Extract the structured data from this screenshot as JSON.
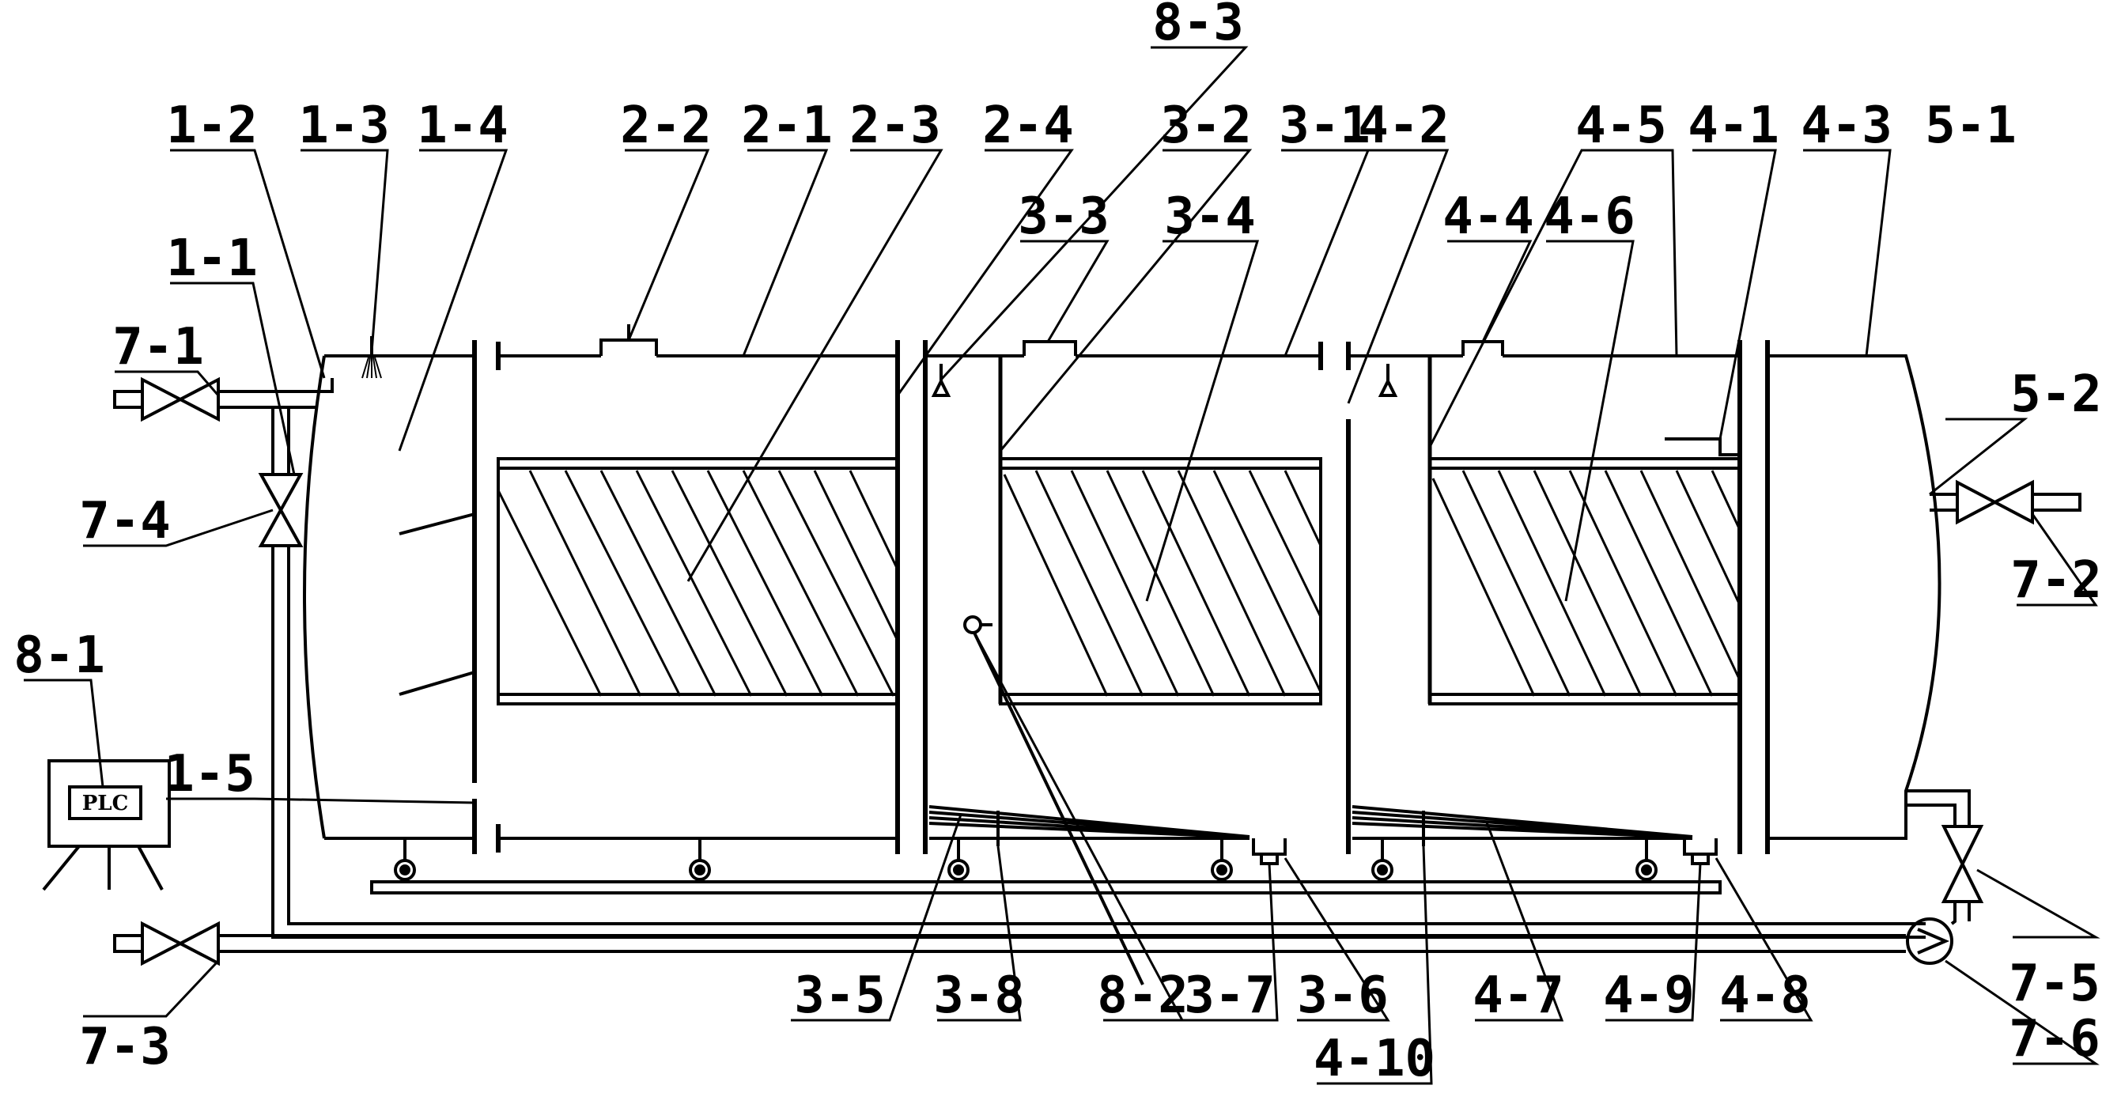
{
  "diagram": {
    "colors": {
      "line": "#000000",
      "background": "#ffffff"
    },
    "plc_text": "PLC",
    "labels": {
      "l1_1": "1-1",
      "l1_2": "1-2",
      "l1_3": "1-3",
      "l1_4": "1-4",
      "l1_5": "1-5",
      "l2_1": "2-1",
      "l2_2": "2-2",
      "l2_3": "2-3",
      "l2_4": "2-4",
      "l3_1": "3-1",
      "l3_2": "3-2",
      "l3_3": "3-3",
      "l3_4": "3-4",
      "l3_5": "3-5",
      "l3_6": "3-6",
      "l3_7": "3-7",
      "l3_8": "3-8",
      "l4_1": "4-1",
      "l4_2": "4-2",
      "l4_3": "4-3",
      "l4_4": "4-4",
      "l4_5": "4-5",
      "l4_6": "4-6",
      "l4_7": "4-7",
      "l4_8": "4-8",
      "l4_9": "4-9",
      "l4_10": "4-10",
      "l5_1": "5-1",
      "l5_2": "5-2",
      "l7_1": "7-1",
      "l7_2": "7-2",
      "l7_3": "7-3",
      "l7_4": "7-4",
      "l7_5": "7-5",
      "l7_6": "7-6",
      "l8_1": "8-1",
      "l8_2": "8-2",
      "l8_3": "8-3"
    }
  }
}
